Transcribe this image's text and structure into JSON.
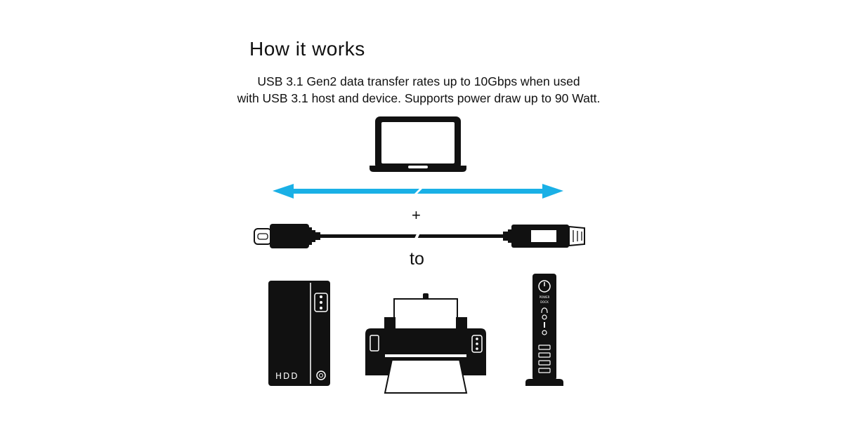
{
  "header": {
    "title": "How it works"
  },
  "description": {
    "line1": "USB 3.1 Gen2 data transfer rates up to 10Gbps when used",
    "line2": "with USB 3.1 host and device. Supports power draw up to 90 Watt."
  },
  "labels": {
    "plus": "+",
    "to": "to",
    "hdd": "HDD",
    "dock_power": "POWER",
    "dock_dock": "DOCK"
  },
  "icons": {
    "host": "laptop-icon",
    "transfer": "bidirectional-arrow-icon",
    "cable": "usb-c-to-usb-b-cable-icon",
    "device1": "hdd-icon",
    "device2": "printer-icon",
    "device3": "docking-station-icon"
  },
  "colors": {
    "arrow": "#1ab0e6",
    "icon": "#111111",
    "background": "#ffffff"
  }
}
